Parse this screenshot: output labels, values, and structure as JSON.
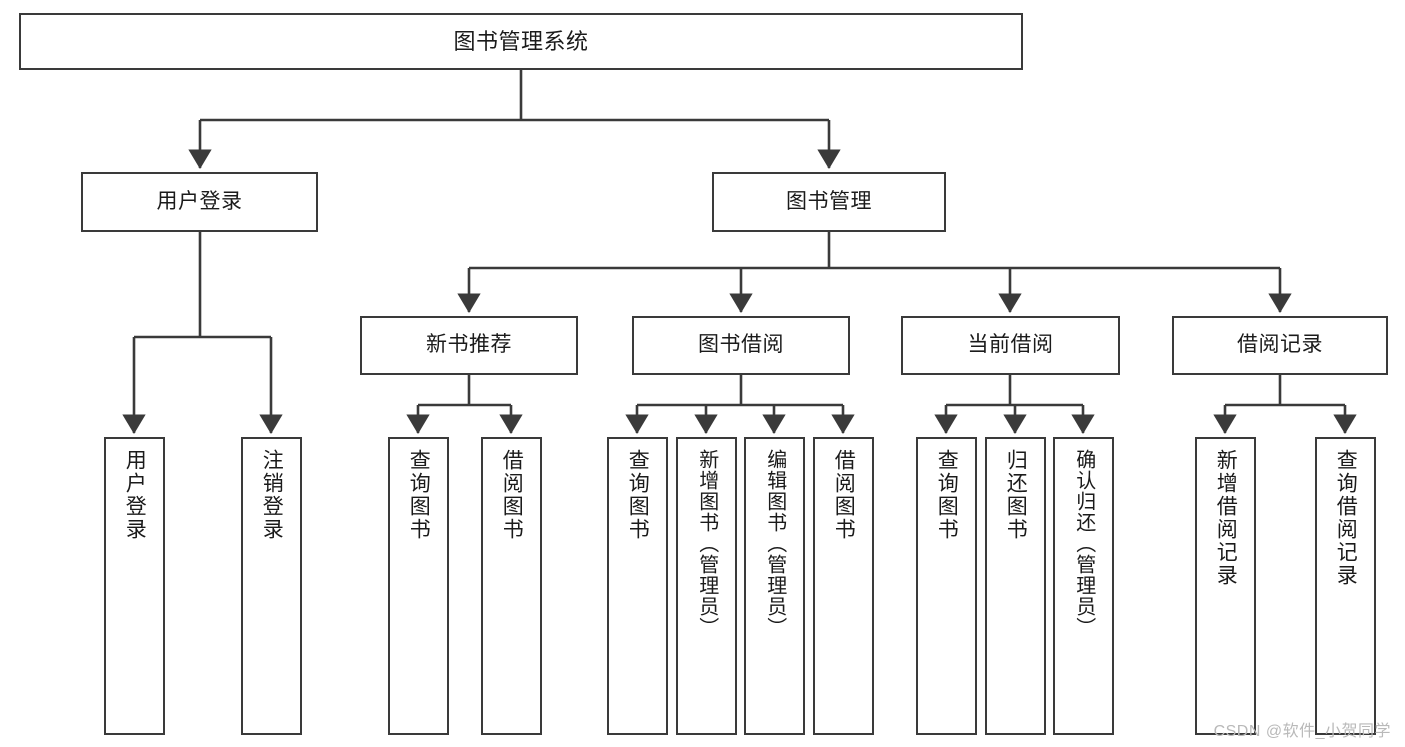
{
  "diagram": {
    "title": "图书管理系统",
    "type": "tree",
    "watermark": "CSDN @软件_小贺同学",
    "colors": {
      "stroke": "#3a3a3a",
      "fill": "#ffffff",
      "text": "#1b1b1b",
      "watermark": "#b9b9b9"
    },
    "levels": {
      "root": [
        "图书管理系统"
      ],
      "level2": [
        "用户登录",
        "图书管理"
      ],
      "level3": [
        "新书推荐",
        "图书借阅",
        "当前借阅",
        "借阅记录"
      ],
      "leaves": [
        "用户登录",
        "注销登录",
        "查询图书",
        "借阅图书",
        "查询图书",
        "新增图书（管理员）",
        "编辑图书（管理员）",
        "借阅图书",
        "查询图书",
        "归还图书",
        "确认归还（管理员）",
        "新增借阅记录",
        "查询借阅记录"
      ]
    },
    "nodes": {
      "root": {
        "label": "图书管理系统"
      },
      "user_login": {
        "label": "用户登录"
      },
      "book_manage": {
        "label": "图书管理"
      },
      "new_book_rec": {
        "label": "新书推荐"
      },
      "book_borrow": {
        "label": "图书借阅"
      },
      "current_borrow": {
        "label": "当前借阅"
      },
      "borrow_record": {
        "label": "借阅记录"
      },
      "leaf_user_login": {
        "label": "用户登录"
      },
      "leaf_logout": {
        "label": "注销登录"
      },
      "leaf_query_book_1": {
        "label": "查询图书"
      },
      "leaf_borrow_book_1": {
        "label": "借阅图书"
      },
      "leaf_query_book_2": {
        "label": "查询图书"
      },
      "leaf_add_book": {
        "label": "新增图书（管理员）"
      },
      "leaf_edit_book": {
        "label": "编辑图书（管理员）"
      },
      "leaf_borrow_book_2": {
        "label": "借阅图书"
      },
      "leaf_query_book_3": {
        "label": "查询图书"
      },
      "leaf_return_book": {
        "label": "归还图书"
      },
      "leaf_confirm_return": {
        "label": "确认归还（管理员）"
      },
      "leaf_add_record": {
        "label": "新增借阅记录"
      },
      "leaf_query_record": {
        "label": "查询借阅记录"
      }
    },
    "edges": [
      {
        "from": "root",
        "to": "user_login"
      },
      {
        "from": "root",
        "to": "book_manage"
      },
      {
        "from": "user_login",
        "to": "leaf_user_login"
      },
      {
        "from": "user_login",
        "to": "leaf_logout"
      },
      {
        "from": "book_manage",
        "to": "new_book_rec"
      },
      {
        "from": "book_manage",
        "to": "book_borrow"
      },
      {
        "from": "book_manage",
        "to": "current_borrow"
      },
      {
        "from": "book_manage",
        "to": "borrow_record"
      },
      {
        "from": "new_book_rec",
        "to": "leaf_query_book_1"
      },
      {
        "from": "new_book_rec",
        "to": "leaf_borrow_book_1"
      },
      {
        "from": "book_borrow",
        "to": "leaf_query_book_2"
      },
      {
        "from": "book_borrow",
        "to": "leaf_add_book"
      },
      {
        "from": "book_borrow",
        "to": "leaf_edit_book"
      },
      {
        "from": "book_borrow",
        "to": "leaf_borrow_book_2"
      },
      {
        "from": "current_borrow",
        "to": "leaf_query_book_3"
      },
      {
        "from": "current_borrow",
        "to": "leaf_return_book"
      },
      {
        "from": "current_borrow",
        "to": "leaf_confirm_return"
      },
      {
        "from": "borrow_record",
        "to": "leaf_add_record"
      },
      {
        "from": "borrow_record",
        "to": "leaf_query_record"
      }
    ]
  }
}
